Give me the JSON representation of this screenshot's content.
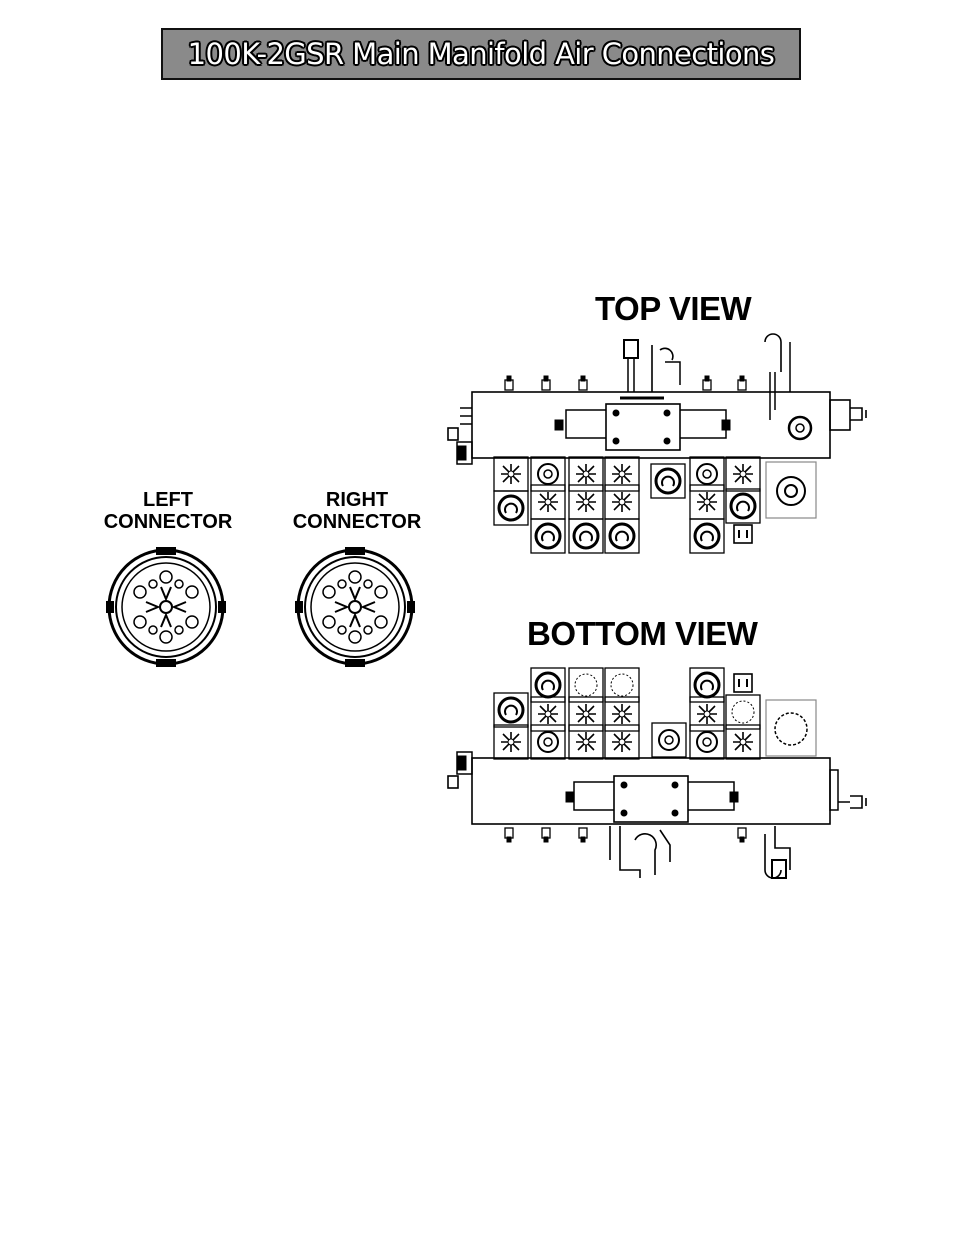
{
  "header": {
    "title": "100K-2GSR Main Manifold Air Connections"
  },
  "connectors": {
    "left_line1": "LEFT",
    "left_line2": "CONNECTOR",
    "right_line1": "RIGHT",
    "right_line2": "CONNECTOR"
  },
  "views": {
    "top": "TOP VIEW",
    "bottom": "BOTTOM VIEW"
  }
}
